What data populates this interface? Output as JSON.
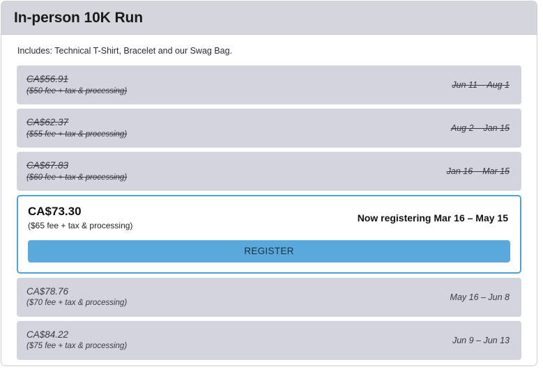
{
  "card": {
    "title": "In-person 10K Run",
    "includes": "Includes: Technical T-Shirt, Bracelet and our Swag Bag."
  },
  "colors": {
    "header_bg": "#d5d5de",
    "row_bg": "#d4d4de",
    "active_border": "#4aa3da",
    "register_button_bg": "#59a9dc",
    "register_button_text": "#1d2f3d",
    "card_border": "#cfcfd6"
  },
  "register_button": {
    "label": "REGISTER"
  },
  "price_tiers": [
    {
      "amount": "CA$56.91",
      "note": "($50 fee + tax & processing)",
      "dates": "Jun 11 – Aug 1",
      "state": "past"
    },
    {
      "amount": "CA$62.37",
      "note": "($55 fee + tax & processing)",
      "dates": "Aug 2 – Jan 15",
      "state": "past"
    },
    {
      "amount": "CA$67.83",
      "note": "($60 fee + tax & processing)",
      "dates": "Jan 16 – Mar 15",
      "state": "past"
    },
    {
      "amount": "CA$73.30",
      "note": "($65 fee + tax & processing)",
      "dates": "Now registering Mar 16 – May 15",
      "state": "active"
    },
    {
      "amount": "CA$78.76",
      "note": "($70 fee + tax & processing)",
      "dates": "May 16 – Jun 8",
      "state": "upcoming"
    },
    {
      "amount": "CA$84.22",
      "note": "($75 fee + tax & processing)",
      "dates": "Jun 9 – Jun 13",
      "state": "upcoming"
    }
  ]
}
